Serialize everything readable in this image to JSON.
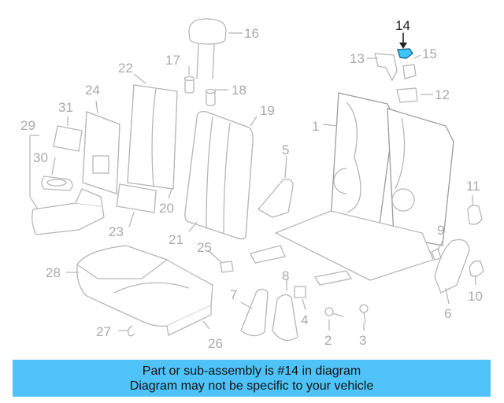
{
  "diagram": {
    "highlighted_part": "14",
    "highlight_color": "#40c4ff",
    "callouts": [
      "1",
      "2",
      "3",
      "4",
      "5",
      "6",
      "7",
      "8",
      "9",
      "10",
      "11",
      "12",
      "13",
      "14",
      "15",
      "16",
      "17",
      "18",
      "19",
      "20",
      "21",
      "22",
      "23",
      "24",
      "25",
      "26",
      "27",
      "28",
      "29",
      "30",
      "31"
    ]
  },
  "banner": {
    "line1": "Part or sub-assembly is #14 in diagram",
    "line2": "Diagram may not be specific to your vehicle",
    "background": "#4fc3f7"
  }
}
